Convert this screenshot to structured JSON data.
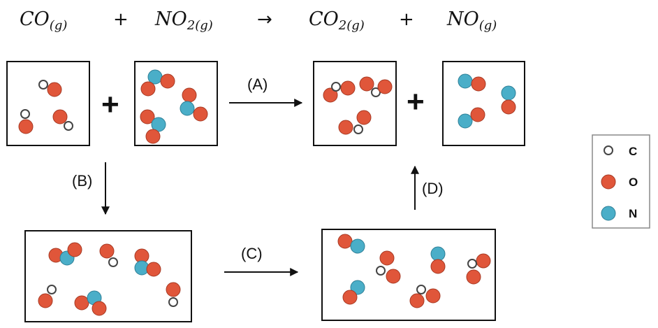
{
  "equation": {
    "terms": [
      {
        "main": "CO",
        "sub": "(g)"
      },
      {
        "main": "NO",
        "sub": "2(g)"
      },
      {
        "main": "CO",
        "sub": "2(g)"
      },
      {
        "main": "NO",
        "sub": "(g)"
      }
    ],
    "plus_1": "+",
    "arrow": "→",
    "plus_2": "+"
  },
  "steps": {
    "a": "(A)",
    "b": "(B)",
    "c": "(C)",
    "d": "(D)"
  },
  "box_plus": "+",
  "legend": [
    {
      "symbol": "C",
      "color": "#ffffff",
      "stroke": "#444444"
    },
    {
      "symbol": "O",
      "color": "#e0563a",
      "stroke": "#a63a24"
    },
    {
      "symbol": "N",
      "color": "#4aaec8",
      "stroke": "#2e7f96"
    }
  ]
}
